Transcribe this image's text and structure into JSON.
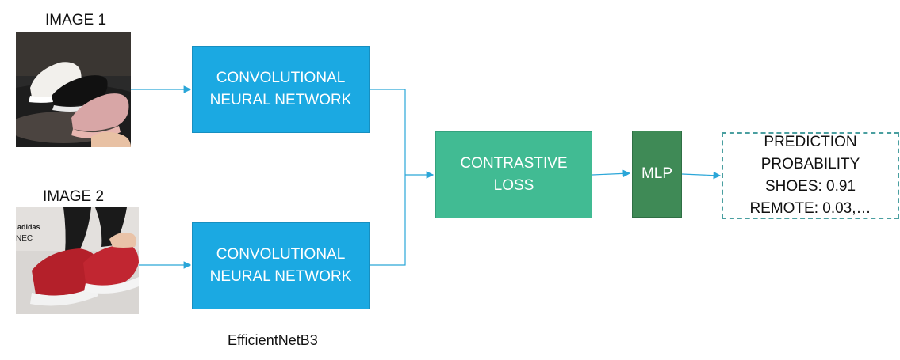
{
  "image1": {
    "label": "IMAGE 1"
  },
  "image2": {
    "label": "IMAGE 2",
    "brand_text": [
      "adidas",
      "NEC"
    ]
  },
  "cnn_top": {
    "line1": "CONVOLUTIONAL",
    "line2": "NEURAL NETWORK"
  },
  "cnn_bottom": {
    "line1": "CONVOLUTIONAL",
    "line2": "NEURAL NETWORK"
  },
  "backbone_caption": "EfficientNetB3",
  "loss": {
    "line1": "CONTRASTIVE",
    "line2": "LOSS"
  },
  "mlp": {
    "label": "MLP"
  },
  "prediction": {
    "line1": "PREDICTION",
    "line2": "PROBABILITY",
    "line3": "SHOES: 0.91",
    "line4": "REMOTE: 0.03,…"
  },
  "colors": {
    "cnn": "#1ba9e2",
    "loss": "#41bb93",
    "mlp": "#3f8a56",
    "arrow": "#2aa6d8",
    "prediction_border": "#4a9fa0"
  }
}
